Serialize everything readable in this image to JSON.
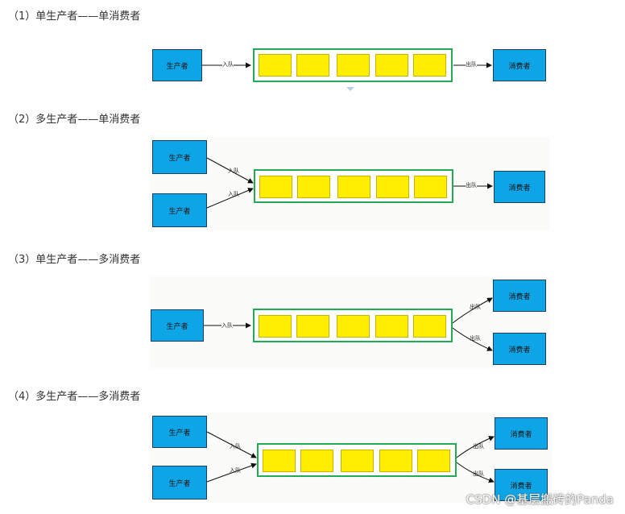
{
  "sections": [
    {
      "heading": "（1）单生产者——单消费者",
      "producers": [
        "生产者"
      ],
      "consumers": [
        "消费者"
      ],
      "enqueue_label": "入队",
      "dequeue_label": "出队"
    },
    {
      "heading": "（2）多生产者——单消费者",
      "producers": [
        "生产者",
        "生产者"
      ],
      "consumers": [
        "消费者"
      ],
      "enqueue_label": "入队",
      "dequeue_label": "出队"
    },
    {
      "heading": "（3）单生产者——多消费者",
      "producers": [
        "生产者"
      ],
      "consumers": [
        "消费者",
        "消费者"
      ],
      "enqueue_label": "入队",
      "dequeue_label": "出队"
    },
    {
      "heading": "（4）多生产者——多消费者",
      "producers": [
        "生产者",
        "生产者"
      ],
      "consumers": [
        "消费者",
        "消费者"
      ],
      "enqueue_label": "入队",
      "dequeue_label": "出队"
    }
  ],
  "queue_slots": 5,
  "colors": {
    "node_fill": "#0ea5e6",
    "queue_border": "#22aa55",
    "slot_fill": "#ffee00"
  },
  "watermark": "CSDN @基层搬砖的Panda"
}
